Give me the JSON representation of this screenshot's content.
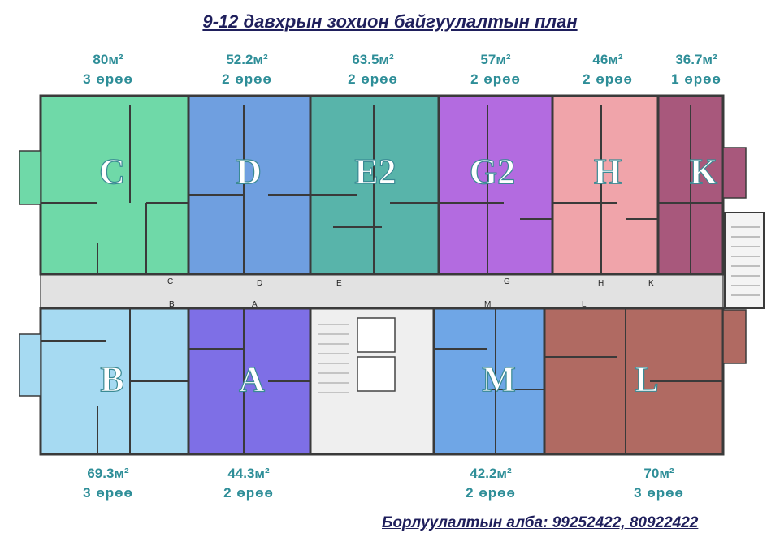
{
  "title": "9-12 давхрын зохион байгуулалтын план",
  "top_units": [
    {
      "area": "80м²",
      "rooms": "3 өрөө"
    },
    {
      "area": "52.2м²",
      "rooms": "2 өрөө"
    },
    {
      "area": "63.5м²",
      "rooms": "2 өрөө"
    },
    {
      "area": "57м²",
      "rooms": "2 өрөө"
    },
    {
      "area": "46м²",
      "rooms": "2 өрөө"
    },
    {
      "area": "36.7м²",
      "rooms": "1 өрөө"
    }
  ],
  "bottom_units": [
    {
      "area": "69.3м²",
      "rooms": "3 өрөө"
    },
    {
      "area": "44.3м²",
      "rooms": "2 өрөө"
    },
    {
      "area": "42.2м²",
      "rooms": "2 өрөө"
    },
    {
      "area": "70м²",
      "rooms": "3 өрөө"
    }
  ],
  "apartments": {
    "C": "C",
    "D": "D",
    "E2": "E2",
    "G2": "G2",
    "H": "H",
    "K": "K",
    "B": "B",
    "A": "A",
    "M": "M",
    "L": "L"
  },
  "door_labels": {
    "C": "C",
    "D": "D",
    "E": "E",
    "G": "G",
    "H": "H",
    "K": "K",
    "B": "B",
    "A": "A",
    "M": "M",
    "L": "L"
  },
  "colors": {
    "C": "#6fd9a8",
    "D": "#6f9fe0",
    "E2": "#58b4aa",
    "G2": "#b36be0",
    "H": "#f0a4aa",
    "K": "#a8587c",
    "B": "#a6daf2",
    "A": "#7e6fe6",
    "M": "#6fa6e6",
    "L": "#b06a62",
    "corridor": "#e2e2e2",
    "wall": "#3a3a3a"
  },
  "sales": "Борлуулалтын алба: 99252422, 80922422"
}
